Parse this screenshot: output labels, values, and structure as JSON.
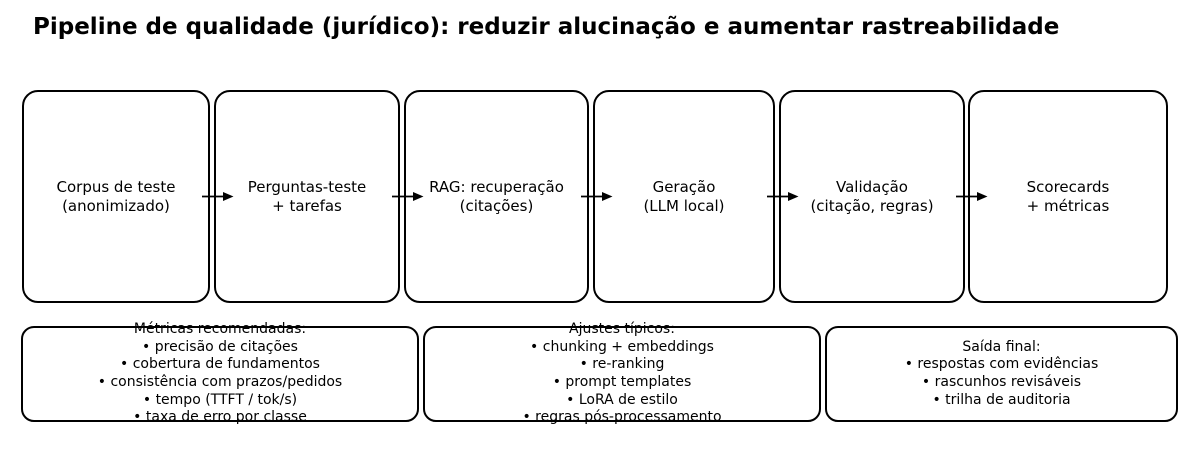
{
  "title": "Pipeline de qualidade (jurídico): reduzir alucinação e aumentar rastreabilidade",
  "colors": {
    "ink": "#000000",
    "paper": "#ffffff"
  },
  "pipeline": {
    "stages": [
      {
        "line1": "Corpus de teste",
        "line2": "(anonimizado)"
      },
      {
        "line1": "Perguntas-teste",
        "line2": "+ tarefas"
      },
      {
        "line1": "RAG: recuperação",
        "line2": "(citações)"
      },
      {
        "line1": "Geração",
        "line2": "(LLM local)"
      },
      {
        "line1": "Validação",
        "line2": "(citação, regras)"
      },
      {
        "line1": "Scorecards",
        "line2": "+ métricas"
      }
    ]
  },
  "details": [
    {
      "title": "Métricas recomendadas:",
      "items": [
        "• precisão de citações",
        "• cobertura de fundamentos",
        "• consistência com prazos/pedidos",
        "• tempo (TTFT / tok/s)",
        "• taxa de erro por classe"
      ]
    },
    {
      "title": "Ajustes típicos:",
      "items": [
        "• chunking + embeddings",
        "• re-ranking",
        "• prompt templates",
        "• LoRA de estilo",
        "• regras pós-processamento"
      ]
    },
    {
      "title": "Saída final:",
      "items": [
        "• respostas com evidências",
        "• rascunhos revisáveis",
        "• trilha de auditoria"
      ]
    }
  ]
}
